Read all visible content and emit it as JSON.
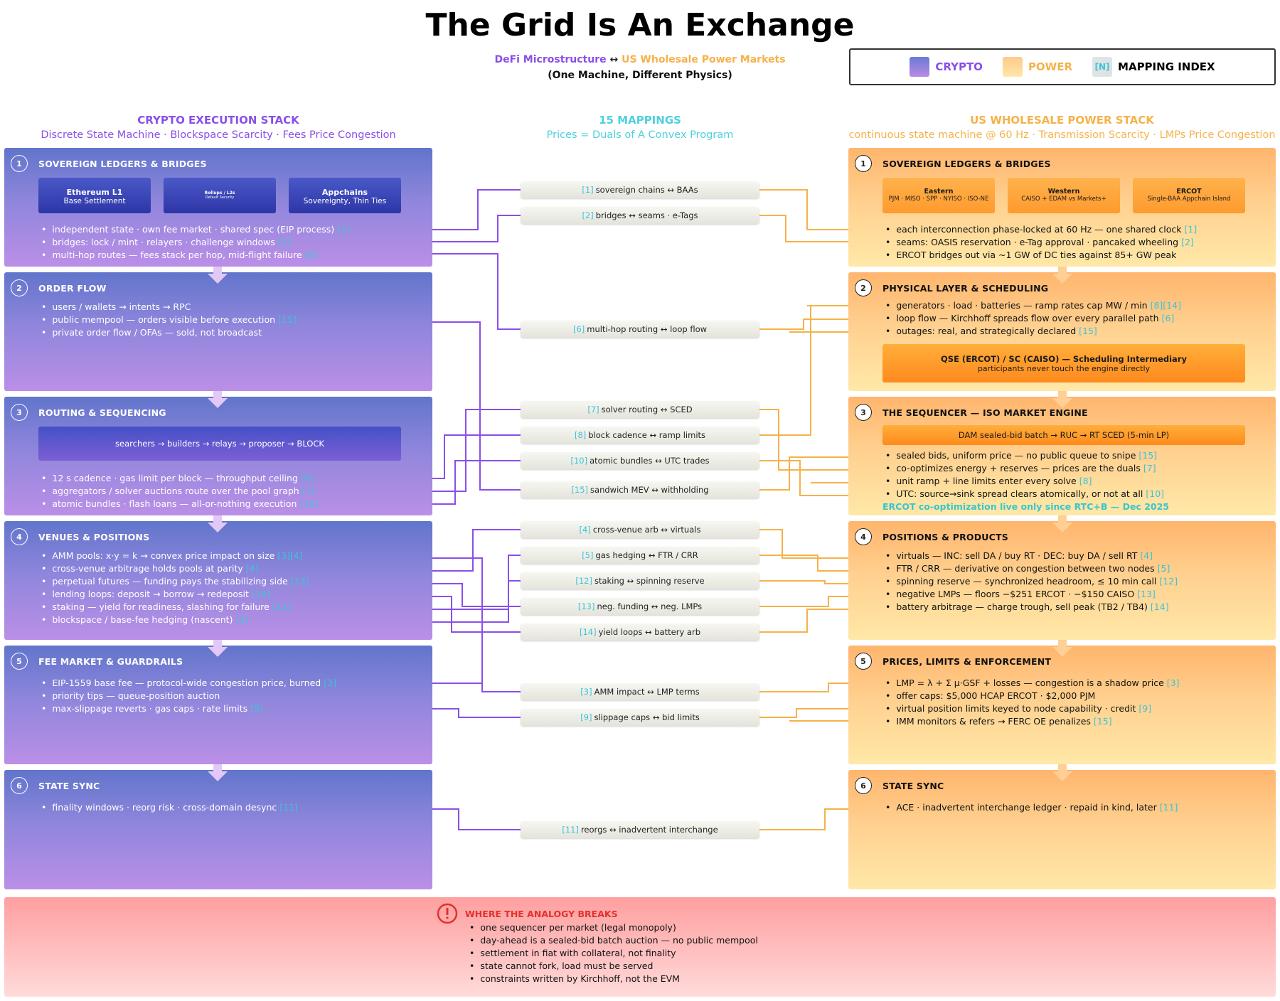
{
  "title": "The Grid Is An Exchange",
  "subtitle": {
    "crypto": "DeFi Microstructure",
    "arrow": "↔",
    "power": "US Wholesale Power Markets"
  },
  "subtitle2": "(One Machine, Different Physics)",
  "legend": {
    "crypto": "CRYPTO",
    "power": "POWER",
    "index_glyph": "[N]",
    "index": "MAPPING INDEX"
  },
  "colors": {
    "crypto_line": "#8a4fe8",
    "power_line": "#f5b24a",
    "cite": "#3cc4d8",
    "breaks": "#e0322f"
  },
  "columns": {
    "left": {
      "title": "CRYPTO EXECUTION STACK",
      "sub": "Discrete State Machine · Blockspace Scarcity · Fees Price Congestion"
    },
    "mid": {
      "title": "15 MAPPINGS",
      "sub": "Prices = Duals of A Convex Program"
    },
    "right": {
      "title": "US WHOLESALE POWER STACK",
      "sub": "continuous state machine @ 60 Hz · Transmission Scarcity · LMPs Price Congestion"
    }
  },
  "crypto": [
    {
      "num": "1",
      "title": "SOVEREIGN LEDGERS & BRIDGES",
      "chips": [
        {
          "title": "Ethereum L1",
          "sub": "Base Settlement"
        },
        {
          "title": "Rollups / L2s",
          "sub": "Default Security"
        },
        {
          "title": "Appchains",
          "sub": "Sovereignty, Thin Ties"
        }
      ],
      "bullets": [
        {
          "text": "independent state · own fee market · shared spec (EIP process)",
          "cite": "[1]"
        },
        {
          "text": "bridges: lock / mint · relayers · challenge windows",
          "cite": "[2]"
        },
        {
          "text": "multi-hop routes — fees stack per hop, mid-flight failure",
          "cite": "[6]"
        }
      ]
    },
    {
      "num": "2",
      "title": "ORDER FLOW",
      "bullets": [
        {
          "text": "users / wallets → intents → RPC",
          "cite": ""
        },
        {
          "text": "public mempool — orders visible before execution",
          "cite": "[15]"
        },
        {
          "text": "private order flow / OFAs — sold, not broadcast",
          "cite": ""
        }
      ]
    },
    {
      "num": "3",
      "title": "ROUTING & SEQUENCING",
      "bar": "searchers → builders → relays → proposer → BLOCK",
      "bullets": [
        {
          "text": "12 s cadence · gas limit per block — throughput ceiling",
          "cite": "[8]"
        },
        {
          "text": "aggregators / solver auctions route over the pool graph",
          "cite": "[7]"
        },
        {
          "text": "atomic bundles · flash loans — all-or-nothing execution",
          "cite": "[10]"
        }
      ]
    },
    {
      "num": "4",
      "title": "VENUES & POSITIONS",
      "bullets": [
        {
          "text": "AMM pools: x·y = k → convex price impact on size",
          "cite": "[3][4]"
        },
        {
          "text": "cross-venue arbitrage holds pools at parity",
          "cite": "[4]"
        },
        {
          "text": "perpetual futures — funding pays the stabilizing side",
          "cite": "[13]"
        },
        {
          "text": "lending loops: deposit → borrow → redeposit",
          "cite": "[14]"
        },
        {
          "text": "staking — yield for readiness, slashing for failure",
          "cite": "[12]"
        },
        {
          "text": "blockspace / base-fee hedging (nascent)",
          "cite": "[5]"
        }
      ]
    },
    {
      "num": "5",
      "title": "FEE MARKET & GUARDRAILS",
      "bullets": [
        {
          "text": "EIP-1559 base fee — protocol-wide congestion price, burned",
          "cite": "[3]"
        },
        {
          "text": "priority tips — queue-position auction",
          "cite": ""
        },
        {
          "text": "max-slippage reverts · gas caps · rate limits",
          "cite": "[9]"
        }
      ]
    },
    {
      "num": "6",
      "title": "STATE SYNC",
      "bullets": [
        {
          "text": "finality windows · reorg risk · cross-domain desync",
          "cite": "[11]"
        }
      ]
    }
  ],
  "power": [
    {
      "num": "1",
      "title": "SOVEREIGN LEDGERS & BRIDGES",
      "chips": [
        {
          "title": "Eastern",
          "sub": "PJM · MISO · SPP · NYISO · ISO-NE"
        },
        {
          "title": "Western",
          "sub": "CAISO + EDAM vs Markets+"
        },
        {
          "title": "ERCOT",
          "sub": "Single-BAA Appchain Island"
        }
      ],
      "bullets": [
        {
          "text": "each interconnection phase-locked at 60 Hz — one shared clock",
          "cite": "[1]"
        },
        {
          "text": "seams: OASIS reservation · e-Tag approval · pancaked wheeling",
          "cite": "[2]"
        },
        {
          "text": "ERCOT bridges out via ~1 GW of DC ties against 85+ GW peak",
          "cite": ""
        }
      ]
    },
    {
      "num": "2",
      "title": "PHYSICAL LAYER & SCHEDULING",
      "bullets": [
        {
          "text": "generators · load · batteries — ramp rates cap MW / min",
          "cite": "[8][14]"
        },
        {
          "text": "loop flow — Kirchhoff spreads flow over every parallel path",
          "cite": "[6]"
        },
        {
          "text": "outages: real, and strategically declared",
          "cite": "[15]"
        }
      ],
      "bar": {
        "title": "QSE (ERCOT) / SC (CAISO) — Scheduling Intermediary",
        "sub": "participants never touch the engine directly"
      }
    },
    {
      "num": "3",
      "title": "THE SEQUENCER — ISO MARKET ENGINE",
      "bar": "DAM sealed-bid batch → RUC → RT SCED (5-min LP)",
      "bullets": [
        {
          "text": "sealed bids, uniform price — no public queue to snipe",
          "cite": "[15]"
        },
        {
          "text": "co-optimizes energy + reserves — prices are the duals",
          "cite": "[7]"
        },
        {
          "text": "unit ramp + line limits enter every solve",
          "cite": "[8]"
        },
        {
          "text": "UTC: source→sink spread clears atomically, or not at all",
          "cite": "[10]"
        }
      ],
      "note": "ERCOT co-optimization live only since RTC+B — Dec 2025"
    },
    {
      "num": "4",
      "title": "POSITIONS & PRODUCTS",
      "bullets": [
        {
          "text": "virtuals — INC: sell DA / buy RT · DEC: buy DA / sell RT",
          "cite": "[4]"
        },
        {
          "text": "FTR / CRR — derivative on congestion between two nodes",
          "cite": "[5]"
        },
        {
          "text": "spinning reserve — synchronized headroom, ≤ 10 min call",
          "cite": "[12]"
        },
        {
          "text": "negative LMPs — floors −$251 ERCOT · −$150 CAISO",
          "cite": "[13]"
        },
        {
          "text": "battery arbitrage — charge trough, sell peak (TB2 / TB4)",
          "cite": "[14]"
        }
      ]
    },
    {
      "num": "5",
      "title": "PRICES, LIMITS & ENFORCEMENT",
      "bullets": [
        {
          "text": "LMP = λ + Σ μ·GSF + losses — congestion is a shadow price",
          "cite": "[3]"
        },
        {
          "text": "offer caps: $5,000 HCAP ERCOT · $2,000 PJM",
          "cite": ""
        },
        {
          "text": "virtual position limits keyed to node capability · credit",
          "cite": "[9]"
        },
        {
          "text": "IMM monitors & refers → FERC OE penalizes",
          "cite": "[15]"
        }
      ]
    },
    {
      "num": "6",
      "title": "STATE SYNC",
      "bullets": [
        {
          "text": "ACE · inadvertent interchange ledger · repaid in kind, later",
          "cite": "[11]"
        }
      ]
    }
  ],
  "mappings": [
    {
      "cite": "[1]",
      "text": "sovereign chains ↔ BAAs"
    },
    {
      "cite": "[2]",
      "text": "bridges ↔ seams · e-Tags"
    },
    {
      "cite": "[6]",
      "text": "multi-hop routing ↔ loop flow"
    },
    {
      "cite": "[7]",
      "text": "solver routing ↔ SCED"
    },
    {
      "cite": "[8]",
      "text": "block cadence ↔ ramp limits"
    },
    {
      "cite": "[10]",
      "text": "atomic bundles ↔ UTC trades"
    },
    {
      "cite": "[15]",
      "text": "sandwich MEV ↔ withholding"
    },
    {
      "cite": "[4]",
      "text": "cross-venue arb ↔ virtuals"
    },
    {
      "cite": "[5]",
      "text": "gas hedging ↔ FTR / CRR"
    },
    {
      "cite": "[12]",
      "text": "staking ↔ spinning reserve"
    },
    {
      "cite": "[13]",
      "text": "neg. funding ↔ neg. LMPs"
    },
    {
      "cite": "[14]",
      "text": "yield loops ↔ battery arb"
    },
    {
      "cite": "[3]",
      "text": "AMM impact ↔ LMP terms"
    },
    {
      "cite": "[9]",
      "text": "slippage caps ↔ bid limits"
    },
    {
      "cite": "[11]",
      "text": "reorgs ↔ inadvertent interchange"
    }
  ],
  "breaks": {
    "title": "WHERE THE ANALOGY BREAKS",
    "items": [
      "one sequencer per market (legal monopoly)",
      "day-ahead is a sealed-bid batch auction — no public mempool",
      "settlement in fiat with collateral, not finality",
      "state cannot fork, load must be served",
      "constraints written by Kirchhoff, not the EVM"
    ]
  }
}
